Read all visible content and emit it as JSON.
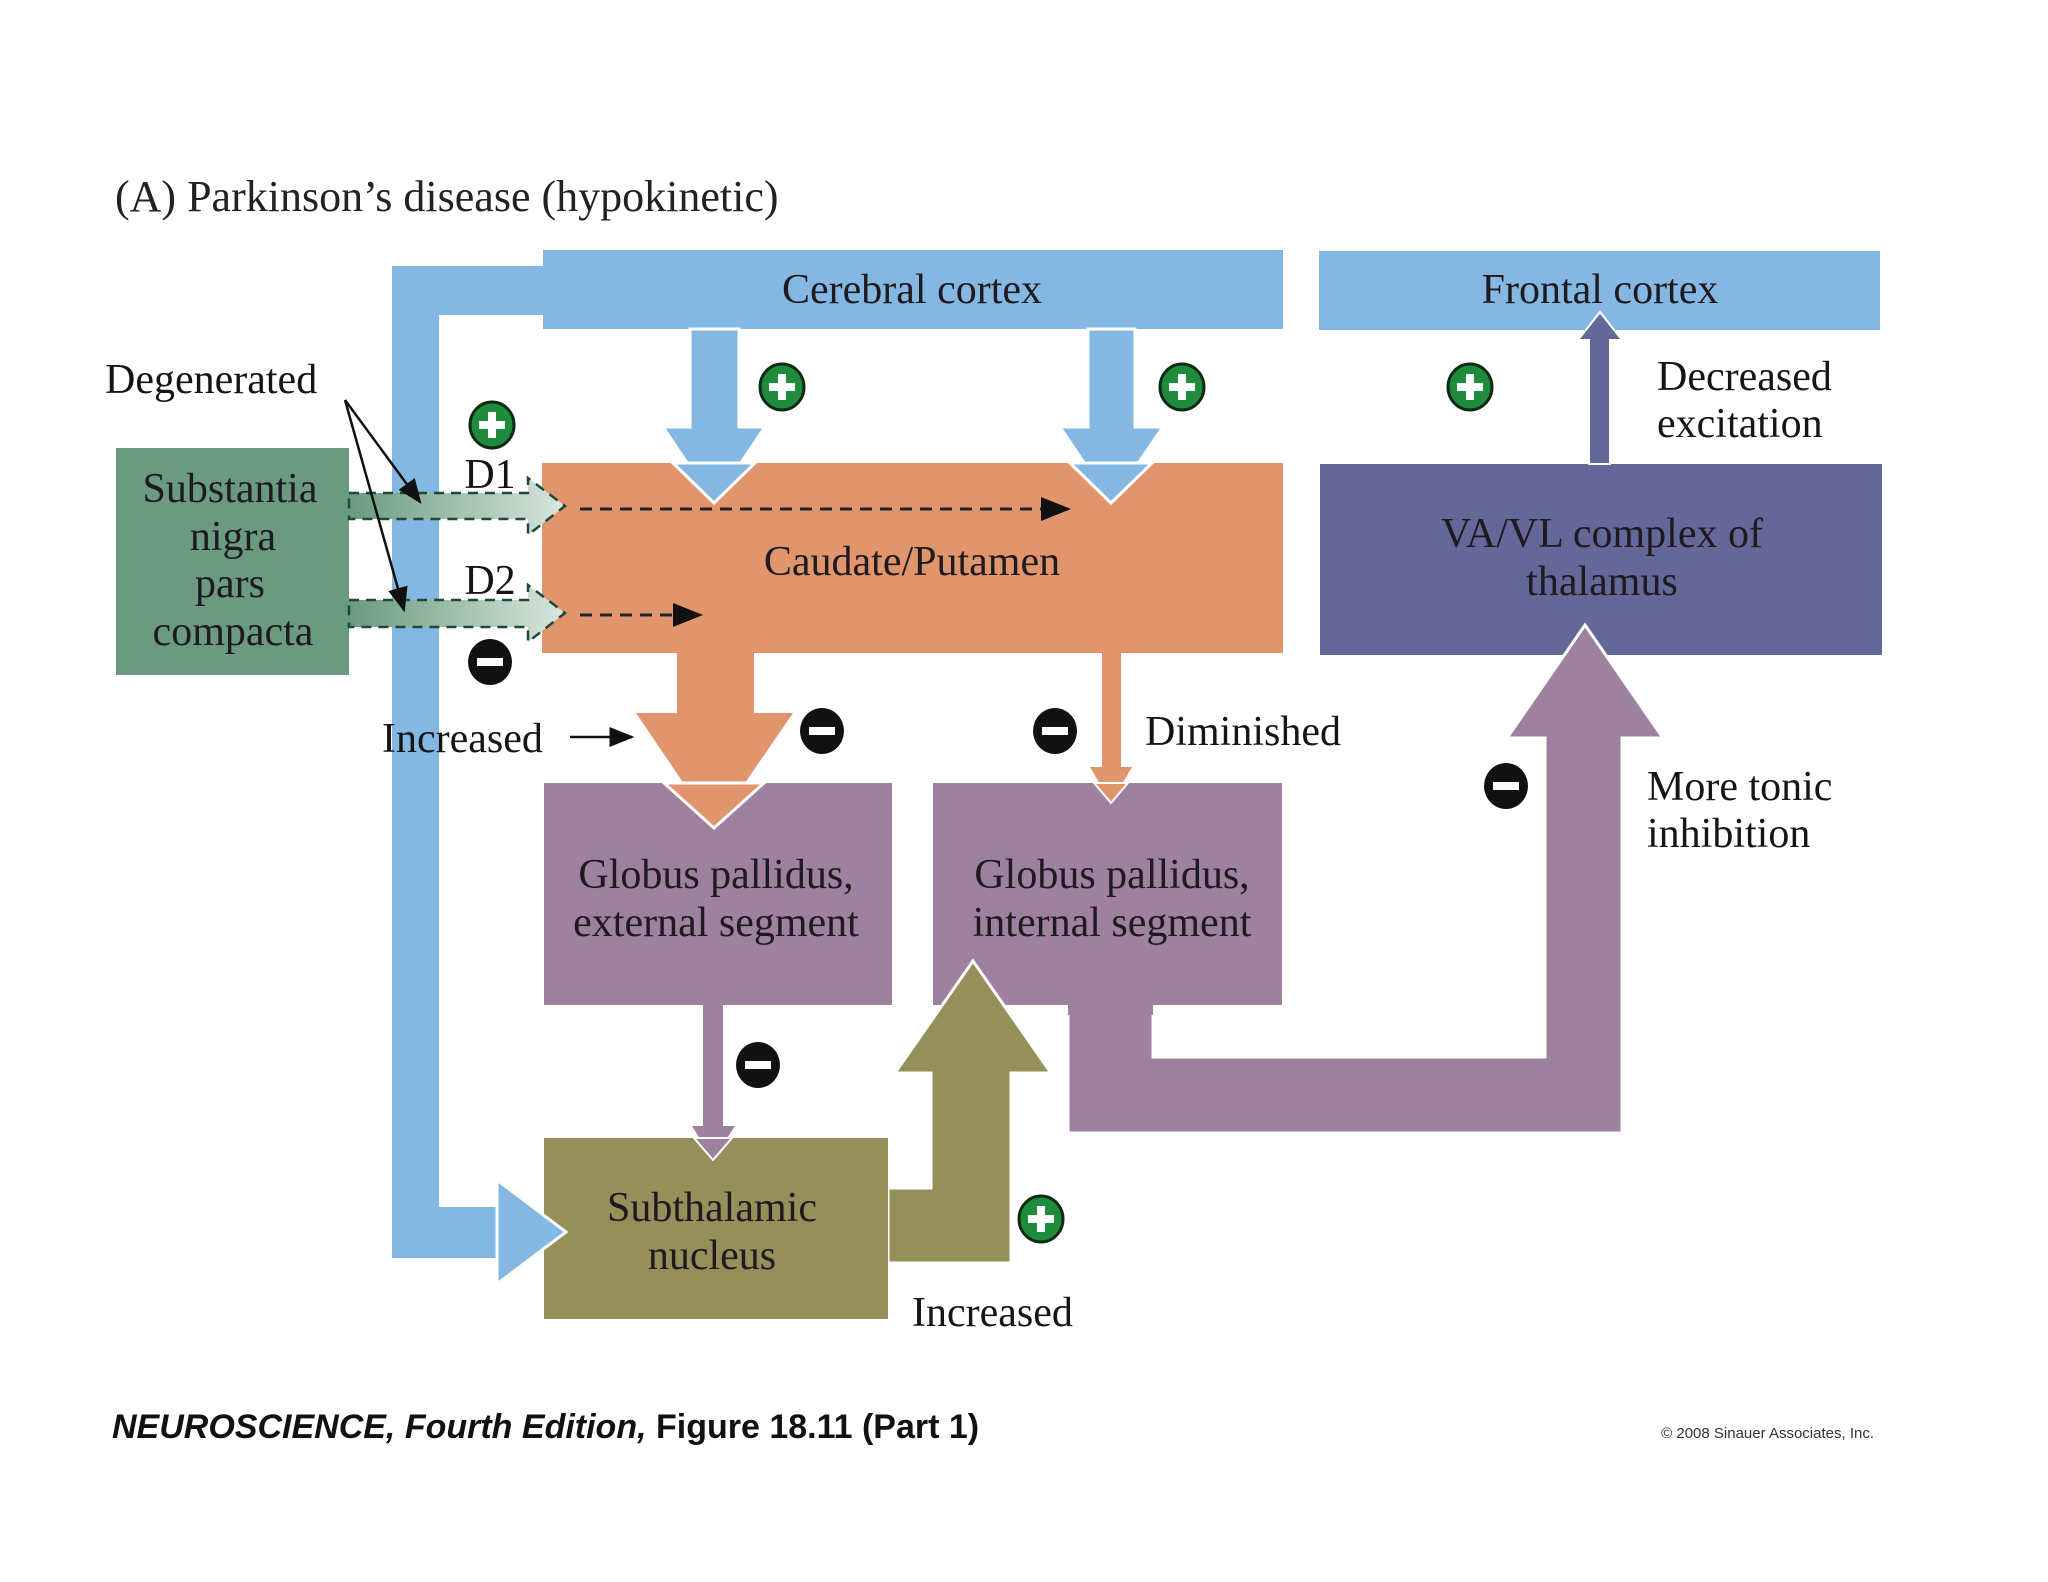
{
  "title": "(A)  Parkinson’s disease (hypokinetic)",
  "colors": {
    "cortex_blue": "#85b7e3",
    "striatum_orange": "#e0956c",
    "pallidus_purple": "#9e809f",
    "thalamus_indigo": "#646898",
    "stn_olive": "#958f5a",
    "snc_green": "#6a9a80",
    "excite_green": "#1e8c3c",
    "inhibit_black": "#111111"
  },
  "boxes": {
    "cerebral_cortex": {
      "label": "Cerebral cortex"
    },
    "frontal_cortex": {
      "label": "Frontal cortex"
    },
    "caudate_putamen": {
      "label": "Caudate/Putamen"
    },
    "thalamus": {
      "lines": [
        "VA/VL complex of",
        "thalamus"
      ]
    },
    "snc": {
      "lines": [
        "Substantia",
        "nigra",
        "pars",
        "compacta"
      ]
    },
    "gpe": {
      "lines": [
        "Globus pallidus,",
        "external segment"
      ]
    },
    "gpi": {
      "lines": [
        "Globus pallidus,",
        "internal segment"
      ]
    },
    "stn": {
      "lines": [
        "Subthalamic",
        "nucleus"
      ]
    }
  },
  "labels": {
    "degenerated": "Degenerated",
    "d1": "D1",
    "d2": "D2",
    "increased_gpe": "Increased",
    "diminished": "Diminished",
    "decreased_excitation": [
      "Decreased",
      "excitation"
    ],
    "more_tonic_inhibition": [
      "More tonic",
      "inhibition"
    ],
    "increased_stn": "Increased"
  },
  "signs": {
    "plus": "+",
    "minus": "−"
  },
  "footer": {
    "citation_italic": "NEUROSCIENCE, Fourth Edition,",
    "citation_rest": " Figure 18.11 (Part 1)",
    "copyright": "© 2008 Sinauer Associates, Inc."
  }
}
